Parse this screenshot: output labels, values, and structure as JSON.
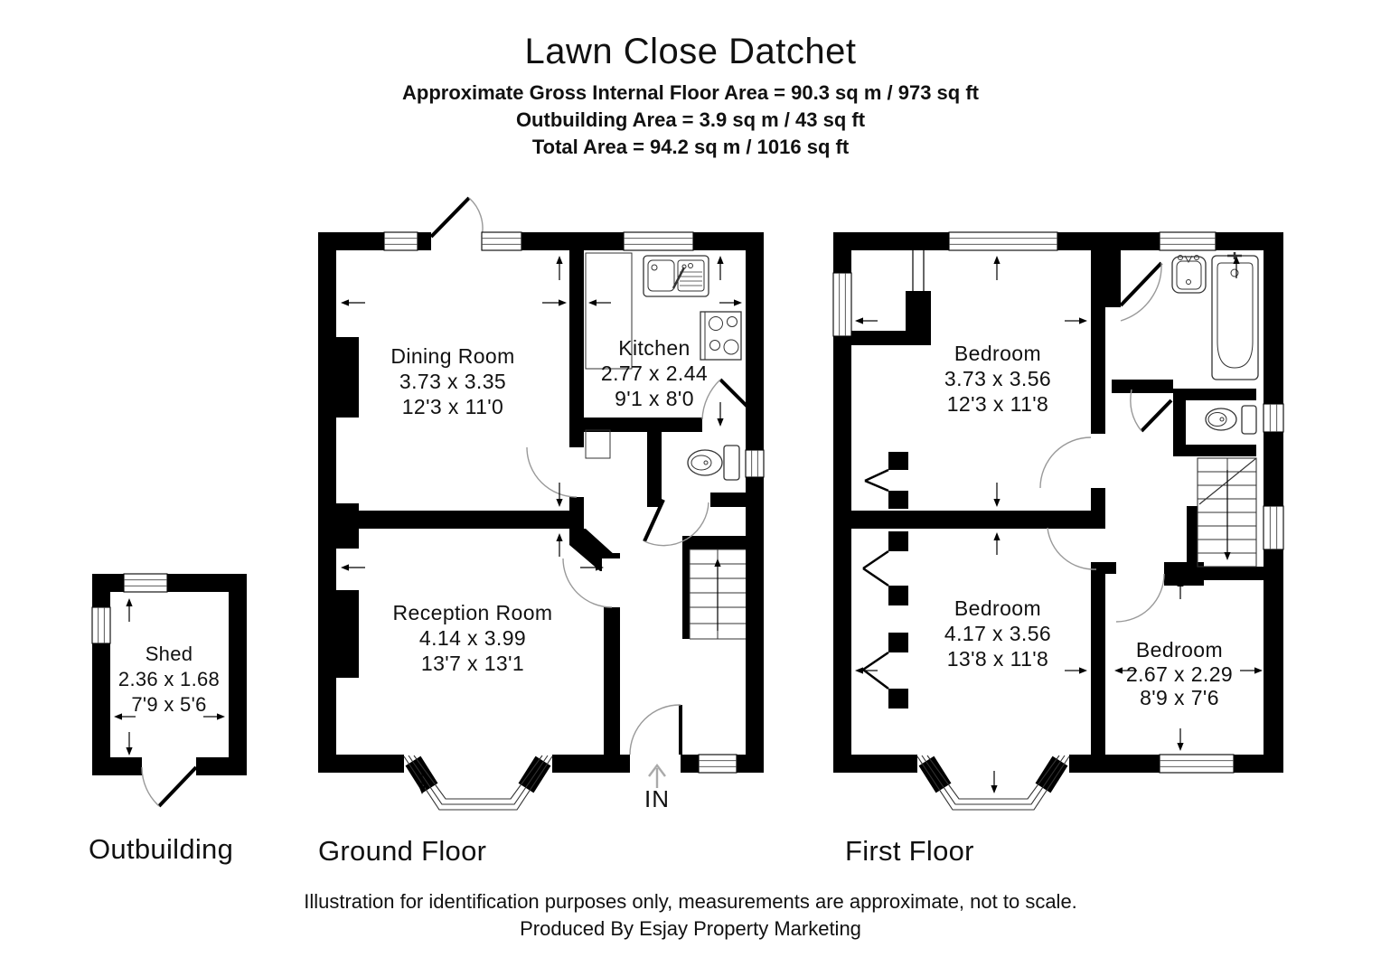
{
  "header": {
    "title": "Lawn Close Datchet",
    "area_lines": [
      "Approximate Gross Internal Floor Area = 90.3 sq m / 973 sq ft",
      "Outbuilding Area = 3.9 sq m / 43 sq ft",
      "Total Area = 94.2 sq m / 1016 sq ft"
    ]
  },
  "plans": {
    "outbuilding": {
      "label": "Outbuilding",
      "rooms": {
        "shed": {
          "name": "Shed",
          "metric": "2.36 x 1.68",
          "imperial": "7'9 x 5'6"
        }
      }
    },
    "ground_floor": {
      "label": "Ground Floor",
      "entrance_label": "IN",
      "rooms": {
        "dining_room": {
          "name": "Dining Room",
          "metric": "3.73 x 3.35",
          "imperial": "12'3 x 11'0"
        },
        "kitchen": {
          "name": "Kitchen",
          "metric": "2.77 x 2.44",
          "imperial": "9'1 x 8'0"
        },
        "reception_room": {
          "name": "Reception Room",
          "metric": "4.14 x 3.99",
          "imperial": "13'7 x 13'1"
        }
      }
    },
    "first_floor": {
      "label": "First Floor",
      "rooms": {
        "bedroom_1": {
          "name": "Bedroom",
          "metric": "3.73 x 3.56",
          "imperial": "12'3 x 11'8"
        },
        "bedroom_2": {
          "name": "Bedroom",
          "metric": "4.17 x 3.56",
          "imperial": "13'8 x 11'8"
        },
        "bedroom_3": {
          "name": "Bedroom",
          "metric": "2.67 x 2.29",
          "imperial": "8'9 x 7'6"
        }
      }
    }
  },
  "footer": {
    "line1": "Illustration for identification purposes only, measurements are approximate, not to scale.",
    "line2": "Produced By Esjay Property Marketing"
  },
  "colors": {
    "wall": "#000000",
    "background": "#ffffff",
    "door_arc": "#999999",
    "text": "#111111"
  }
}
